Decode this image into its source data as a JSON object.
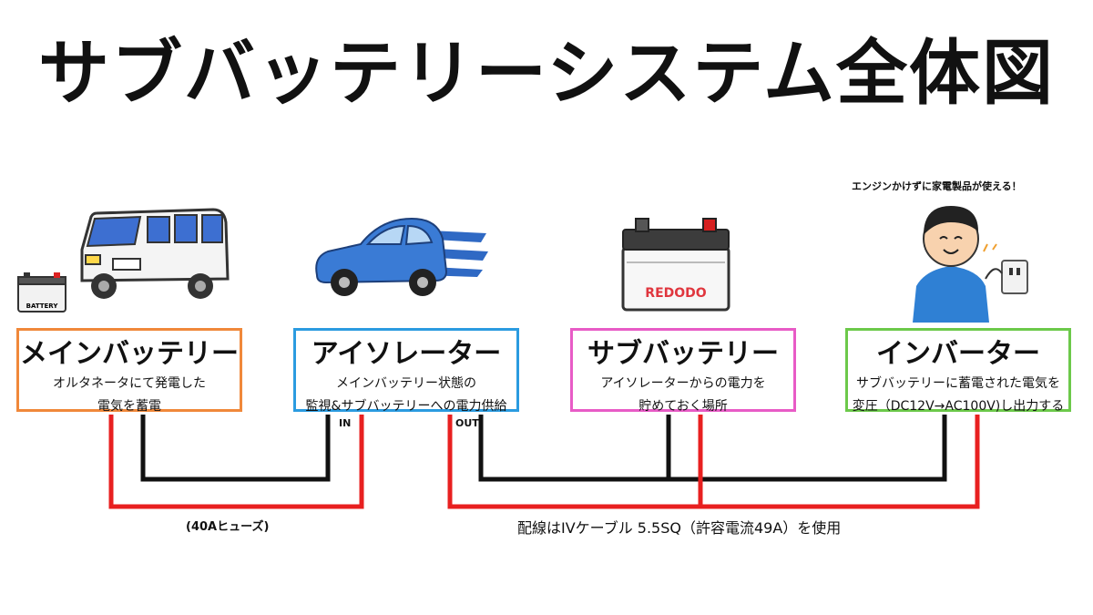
{
  "title": "サブバッテリーシステム全体図",
  "boxes": [
    {
      "name": "メインバッテリー",
      "desc1": "オルタネータにて発電した",
      "desc2": "電気を蓄電",
      "color": "#f0883a"
    },
    {
      "name": "アイソレーター",
      "desc1": "メインバッテリー状態の",
      "desc2": "監視&サブバッテリーへの電力供給",
      "color": "#2b9be0"
    },
    {
      "name": "サブバッテリー",
      "desc1": "アイソレーターからの電力を",
      "desc2": "貯めておく場所",
      "color": "#e85bc6"
    },
    {
      "name": "インバーター",
      "desc1": "サブバッテリーに蓄電された電気を",
      "desc2": "変圧（DC12V→AC100V)し出力する",
      "color": "#6cc94a"
    }
  ],
  "labels": {
    "in": "IN",
    "out": "OUT"
  },
  "fuse_note": "(40Aヒューズ)",
  "wiring_note": "配線はIVケーブル 5.5SQ（許容電流49A）を使用",
  "speech_note": "エンジンかけずに家電製品が使える！",
  "battery_label": "BATTERY",
  "brand_label": "REDODO",
  "wire_colors": {
    "positive": "#e82020",
    "negative": "#111111"
  }
}
